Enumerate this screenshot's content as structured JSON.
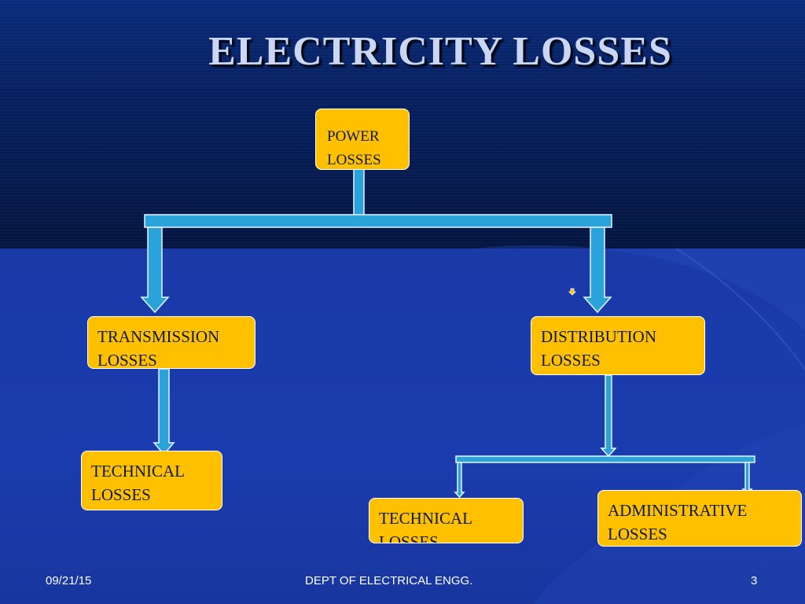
{
  "slide": {
    "title": "ELECTRICITY LOSSES"
  },
  "nodes": {
    "power": {
      "line1": "POWER",
      "line2": "LOSSES"
    },
    "transmission": {
      "line1": "TRANSMISSION",
      "line2": "LOSSES"
    },
    "distribution": {
      "line1": "DISTRIBUTION",
      "line2": "LOSSES"
    },
    "technical_left": {
      "line1": "TECHNICAL",
      "line2": "LOSSES"
    },
    "technical_right": {
      "line1": "TECHNICAL",
      "line2": "LOSSES"
    },
    "administrative": {
      "line1": "ADMINISTRATIVE",
      "line2": "LOSSES"
    }
  },
  "footer": {
    "date": "09/21/15",
    "department": "DEPT OF ELECTRICAL ENGG.",
    "page_number": "3"
  },
  "colors": {
    "node_fill": "#ffc000",
    "connector_fill": "#29a3d9",
    "title_text": "#c9d6f5",
    "background": "#1a3aa8"
  }
}
